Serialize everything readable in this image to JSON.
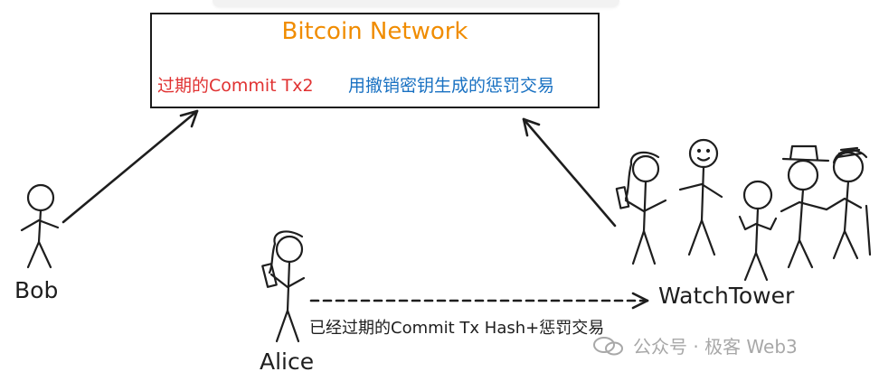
{
  "network": {
    "title": "Bitcoin Network",
    "expired_tx": "过期的Commit Tx2",
    "penalty_tx": "用撤销密钥生成的惩罚交易"
  },
  "actors": {
    "bob": "Bob",
    "alice": "Alice",
    "watchtower": "WatchTower"
  },
  "message": "已经过期的Commit Tx Hash+惩罚交易",
  "watermark": "公众号 · 极客 Web3",
  "colors": {
    "title": "#f08c00",
    "expired": "#e03131",
    "penalty": "#1971c2",
    "stroke": "#1e1e1e"
  }
}
